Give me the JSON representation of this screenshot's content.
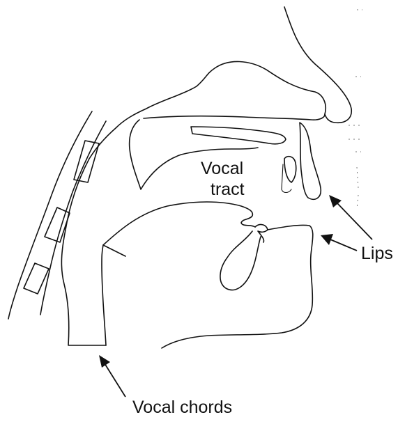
{
  "labels": {
    "vocal_tract_line1": "Vocal",
    "vocal_tract_line2": "tract",
    "lips": "Lips",
    "vocal_chords": "Vocal chords"
  },
  "colors": {
    "ink": "#111111",
    "background": "#ffffff"
  }
}
